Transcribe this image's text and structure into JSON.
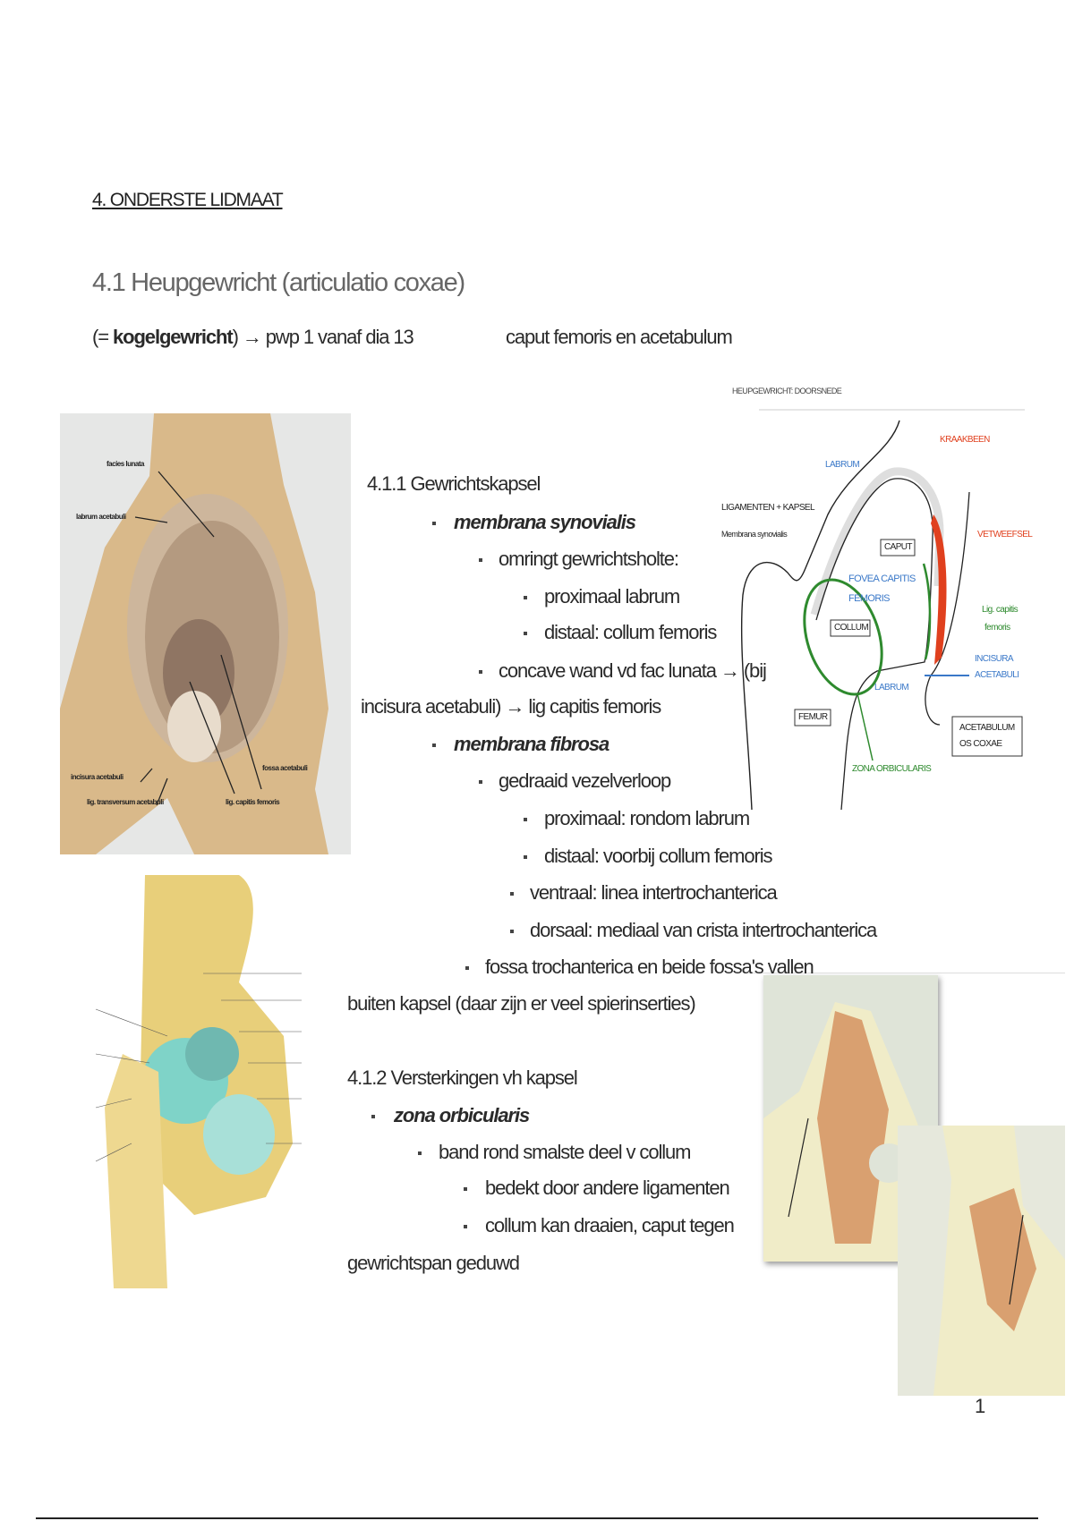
{
  "chapter_title": "4. ONDERSTE LIDMAAT",
  "section_title": "4.1 Heupgewricht (articulatio coxae)",
  "intro": {
    "prefix": "(= ",
    "bold": "kogelgewricht",
    "suffix": ") → pwp 1 vanaf dia 13",
    "right": "caput femoris en acetabulum"
  },
  "sub1": {
    "title": "4.1.1 Gewrichtskapsel",
    "lines": [
      "membrana synovialis",
      "omringt gewrichtsholte:",
      "proximaal labrum",
      "distaal: collum femoris",
      "concave wand vd fac lunata → (bij",
      "incisura acetabuli) → lig capitis femoris",
      "membrana fibrosa",
      "gedraaid vezelverloop",
      "proximaal: rondom labrum",
      "distaal: voorbij collum femoris",
      "ventraal: linea intertrochanterica",
      "dorsaal: mediaal van crista intertrochanterica",
      "fossa trochanterica en beide fossa's vallen",
      "buiten kapsel (daar zijn er veel spierinserties)"
    ]
  },
  "sub2": {
    "title": "4.1.2 Versterkingen vh kapsel",
    "lines": [
      "zona orbicularis",
      "band rond smalste deel v collum",
      "bedekt door andere ligamenten",
      "collum kan draaien, caput tegen",
      "gewrichtspan geduwd"
    ]
  },
  "photo1_labels": {
    "facies": "facies lunata",
    "labrum": "labrum acetabuli",
    "incisura": "incisura acetabuli",
    "fossa": "fossa acetabuli",
    "transversum": "lig. transversum acetabuli",
    "capitis": "lig. capitis femoris"
  },
  "diagram": {
    "title": "HEUPGEWRICHT: DOORSNEDE",
    "labels": {
      "kraakbeen": "KRAAKBEEN",
      "labrum_top": "LABRUM",
      "ligamenten": "LIGAMENTEN + KAPSEL",
      "membrana": "Membrana synovialis",
      "vetweefsel": "VETWEEFSEL",
      "caput": "CAPUT",
      "fovea1": "FOVEA CAPITIS",
      "fovea2": "FEMORIS",
      "collum": "COLLUM",
      "lig1": "Lig. capitis",
      "lig2": "femoris",
      "incisura1": "INCISURA",
      "incisura2": "ACETABULI",
      "labrum_bottom": "LABRUM",
      "femur": "FEMUR",
      "acetabulum1": "ACETABULUM",
      "acetabulum2": "OS COXAE",
      "zona": "ZONA ORBICULARIS"
    },
    "colors": {
      "red": "#e0401e",
      "green": "#2e8a2e",
      "blue": "#3a78c8"
    }
  },
  "page_number": "1"
}
